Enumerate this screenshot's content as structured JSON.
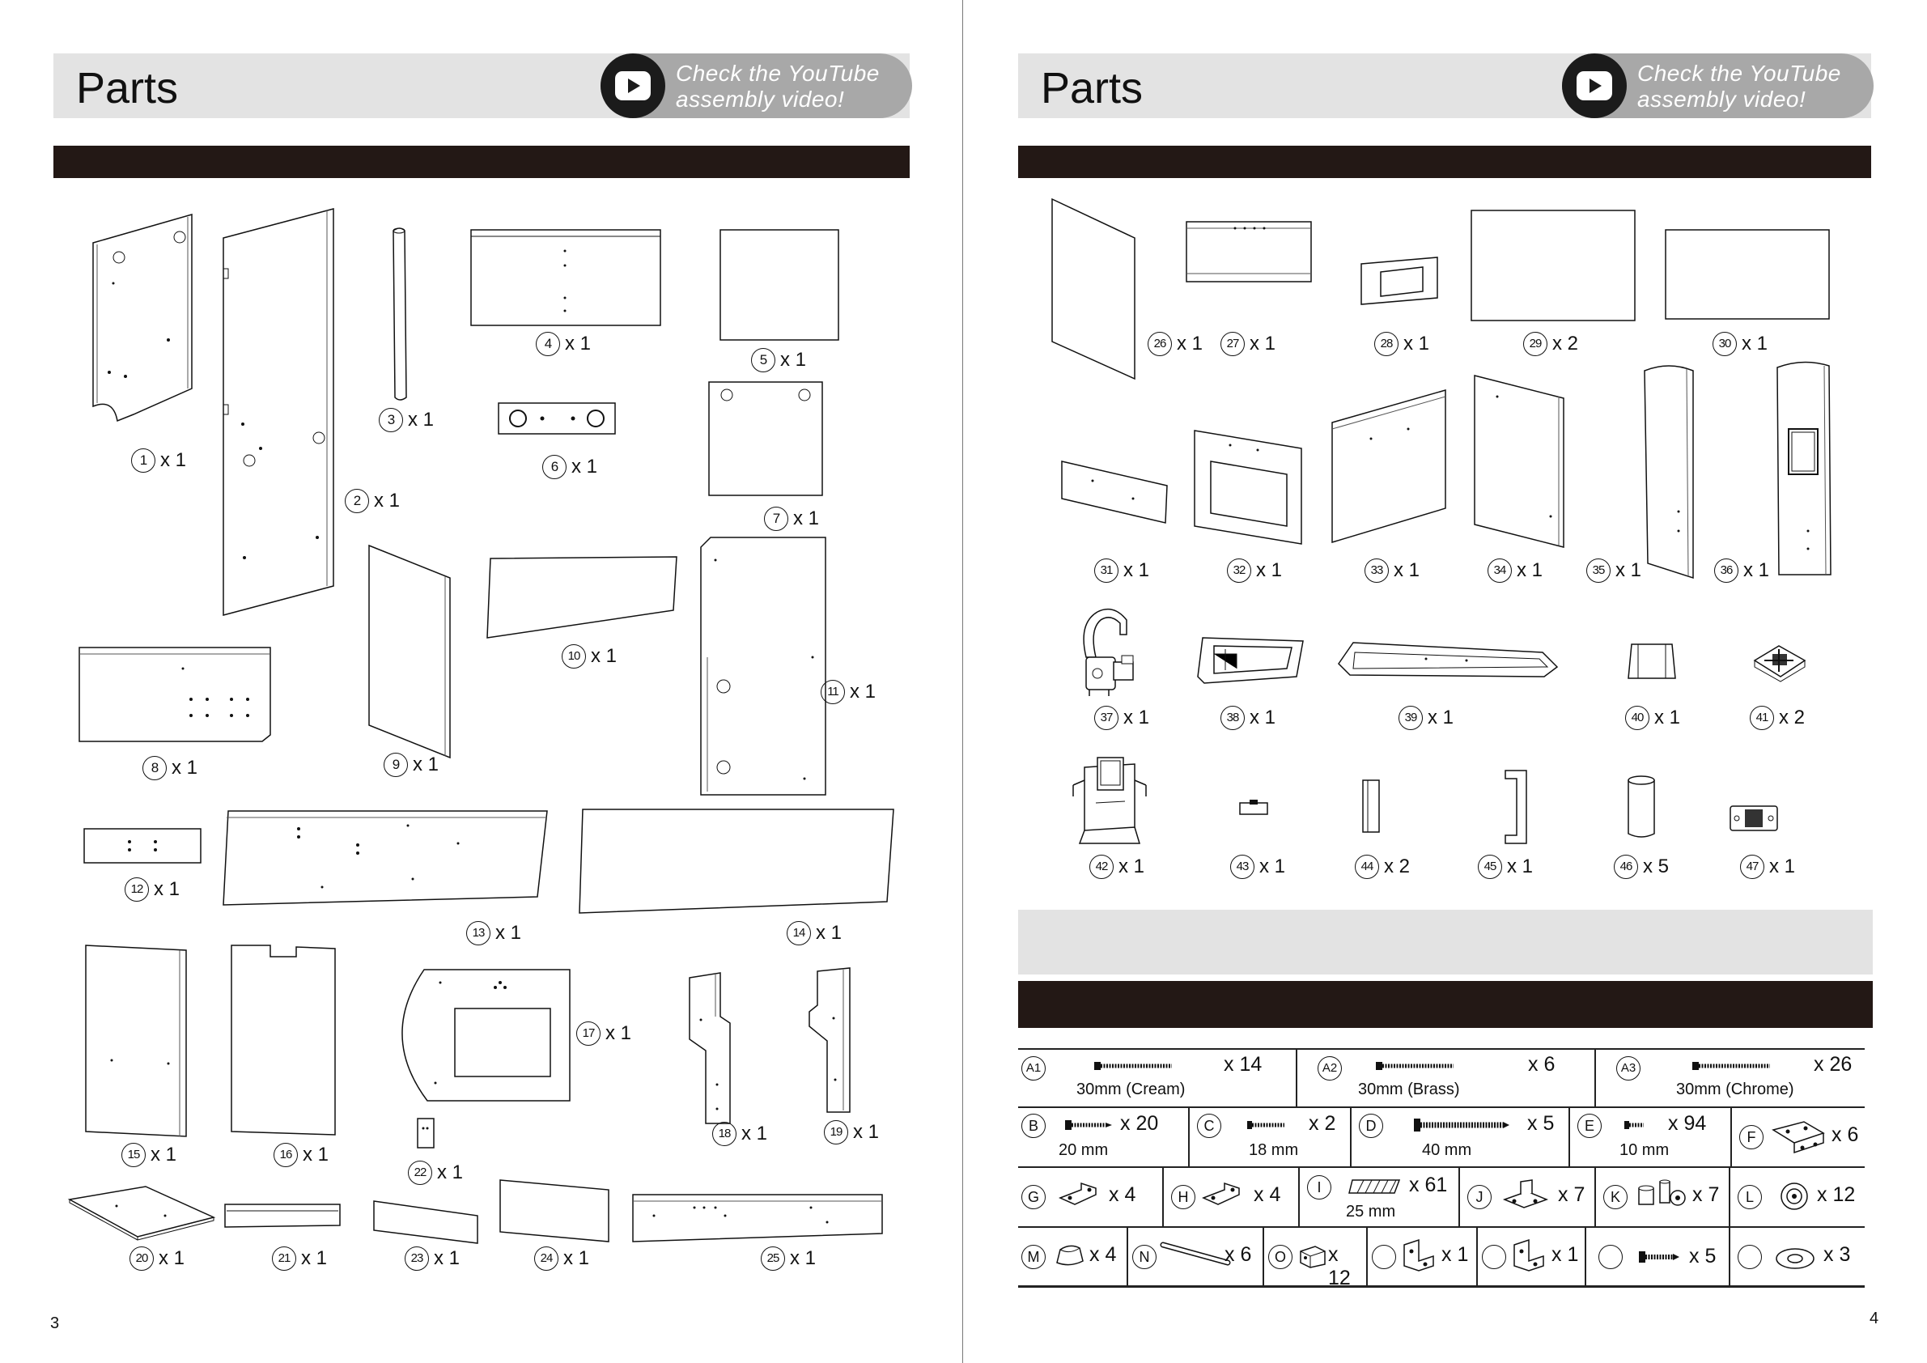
{
  "left_page": {
    "header_title": "Parts",
    "video_line1": "Check the YouTube",
    "video_line2": "assembly video!",
    "page_number": "3",
    "parts": [
      {
        "id": "1",
        "qty": "x 1"
      },
      {
        "id": "2",
        "qty": "x 1"
      },
      {
        "id": "3",
        "qty": "x 1"
      },
      {
        "id": "4",
        "qty": "x 1"
      },
      {
        "id": "5",
        "qty": "x 1"
      },
      {
        "id": "6",
        "qty": "x 1"
      },
      {
        "id": "7",
        "qty": "x 1"
      },
      {
        "id": "8",
        "qty": "x 1"
      },
      {
        "id": "9",
        "qty": "x 1"
      },
      {
        "id": "10",
        "qty": "x 1"
      },
      {
        "id": "11",
        "qty": "x 1"
      },
      {
        "id": "12",
        "qty": "x 1"
      },
      {
        "id": "13",
        "qty": "x 1"
      },
      {
        "id": "14",
        "qty": "x 1"
      },
      {
        "id": "15",
        "qty": "x 1"
      },
      {
        "id": "16",
        "qty": "x 1"
      },
      {
        "id": "17",
        "qty": "x 1"
      },
      {
        "id": "18",
        "qty": "x 1"
      },
      {
        "id": "19",
        "qty": "x 1"
      },
      {
        "id": "20",
        "qty": "x 1"
      },
      {
        "id": "21",
        "qty": "x 1"
      },
      {
        "id": "22",
        "qty": "x 1"
      },
      {
        "id": "23",
        "qty": "x 1"
      },
      {
        "id": "24",
        "qty": "x 1"
      },
      {
        "id": "25",
        "qty": "x 1"
      }
    ]
  },
  "right_page": {
    "header_title": "Parts",
    "video_line1": "Check the YouTube",
    "video_line2": "assembly video!",
    "page_number": "4",
    "parts": [
      {
        "id": "26",
        "qty": "x 1"
      },
      {
        "id": "27",
        "qty": "x 1"
      },
      {
        "id": "28",
        "qty": "x 1"
      },
      {
        "id": "29",
        "qty": "x 2"
      },
      {
        "id": "30",
        "qty": "x 1"
      },
      {
        "id": "31",
        "qty": "x 1"
      },
      {
        "id": "32",
        "qty": "x 1"
      },
      {
        "id": "33",
        "qty": "x 1"
      },
      {
        "id": "34",
        "qty": "x 1"
      },
      {
        "id": "35",
        "qty": "x 1"
      },
      {
        "id": "36",
        "qty": "x 1"
      },
      {
        "id": "37",
        "qty": "x 1"
      },
      {
        "id": "38",
        "qty": "x 1"
      },
      {
        "id": "39",
        "qty": "x 1"
      },
      {
        "id": "40",
        "qty": "x 1"
      },
      {
        "id": "41",
        "qty": "x 2"
      },
      {
        "id": "42",
        "qty": "x 1"
      },
      {
        "id": "43",
        "qty": "x 1"
      },
      {
        "id": "44",
        "qty": "x 2"
      },
      {
        "id": "45",
        "qty": "x 1"
      },
      {
        "id": "46",
        "qty": "x 5"
      },
      {
        "id": "47",
        "qty": "x 1"
      }
    ],
    "hardware": [
      {
        "letter": "A1",
        "qty": "x 14",
        "size": "30mm (Cream)"
      },
      {
        "letter": "A2",
        "qty": "x 6",
        "size": "30mm (Brass)"
      },
      {
        "letter": "A3",
        "qty": "x 26",
        "size": "30mm (Chrome)"
      },
      {
        "letter": "B",
        "qty": "x 20",
        "size": "20 mm"
      },
      {
        "letter": "C",
        "qty": "x 2",
        "size": "18 mm"
      },
      {
        "letter": "D",
        "qty": "x 5",
        "size": "40 mm"
      },
      {
        "letter": "E",
        "qty": "x 94",
        "size": "10 mm"
      },
      {
        "letter": "F",
        "qty": "x 6",
        "size": ""
      },
      {
        "letter": "G",
        "qty": "x 4",
        "size": ""
      },
      {
        "letter": "H",
        "qty": "x 4",
        "size": ""
      },
      {
        "letter": "I",
        "qty": "x 61",
        "size": "25 mm"
      },
      {
        "letter": "J",
        "qty": "x 7",
        "size": ""
      },
      {
        "letter": "K",
        "qty": "x 7",
        "size": ""
      },
      {
        "letter": "L",
        "qty": "x 12",
        "size": ""
      },
      {
        "letter": "M",
        "qty": "x 4",
        "size": ""
      },
      {
        "letter": "N",
        "qty": "x 6",
        "size": ""
      },
      {
        "letter": "O",
        "qty": "x 12",
        "size": ""
      },
      {
        "letter": "",
        "qty": "x 1",
        "size": ""
      },
      {
        "letter": "",
        "qty": "x 1",
        "size": ""
      },
      {
        "letter": "",
        "qty": "x 5",
        "size": ""
      },
      {
        "letter": "",
        "qty": "x 3",
        "size": ""
      }
    ]
  }
}
